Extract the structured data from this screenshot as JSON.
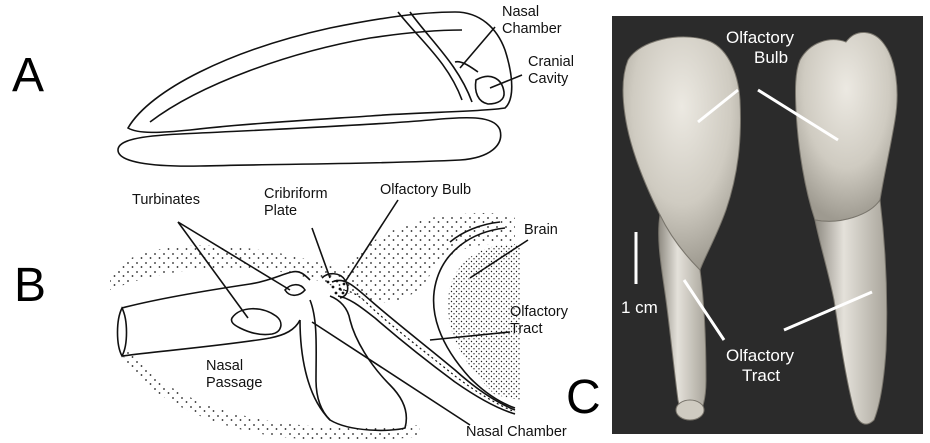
{
  "figure": {
    "panel_a": {
      "letter": "A",
      "labels": {
        "nasal_chamber": [
          "Nasal",
          "Chamber"
        ],
        "cranial_cavity": [
          "Cranial",
          "Cavity"
        ]
      }
    },
    "panel_b": {
      "letter": "B",
      "labels": {
        "turbinates": "Turbinates",
        "cribriform_plate": [
          "Cribriform",
          "Plate"
        ],
        "olfactory_bulb": "Olfactory Bulb",
        "brain": "Brain",
        "olfactory_tract": [
          "Olfactory",
          "Tract"
        ],
        "nasal_passage": [
          "Nasal",
          "Passage"
        ],
        "nasal_chamber": "Nasal Chamber"
      }
    },
    "panel_c": {
      "letter": "C",
      "labels": {
        "olfactory_bulb": [
          "Olfactory",
          "Bulb"
        ],
        "olfactory_tract": [
          "Olfactory",
          "Tract"
        ],
        "scale_bar": "1 cm"
      }
    },
    "colors": {
      "ink": "#111111",
      "photo_background": "#2b2b2b",
      "tissue_light": "#dedbd2",
      "tissue_mid": "#b9b5aa",
      "photo_text": "#ffffff"
    }
  }
}
